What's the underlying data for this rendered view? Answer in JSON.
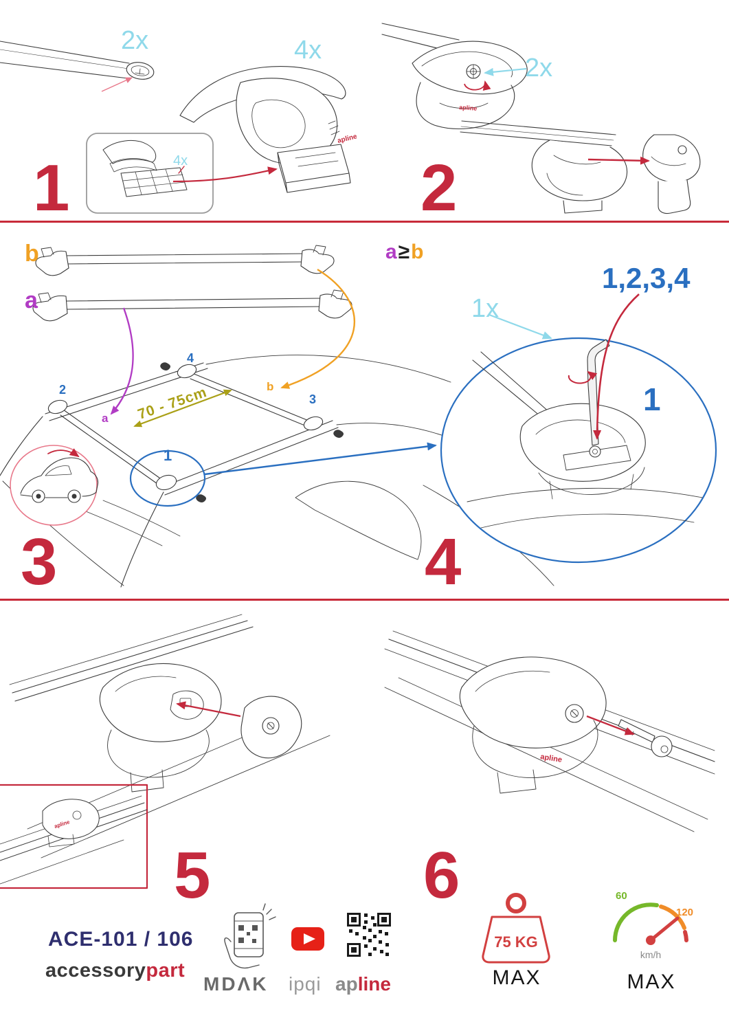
{
  "branding": {
    "logo": "apline"
  },
  "steps": {
    "s1": {
      "num": "1",
      "bar_qty": "2x",
      "foot_qty": "4x",
      "pad_qty": "4x"
    },
    "s2": {
      "num": "2",
      "screw_qty": "2x"
    },
    "s3": {
      "num": "3",
      "bar_b_label": "b",
      "bar_a_label": "a",
      "rule_a": "a",
      "rule_op": "≥",
      "rule_b": "b",
      "distance": "70 - 75cm",
      "pos_1": "1",
      "pos_2": "2",
      "pos_3": "3",
      "pos_4": "4",
      "roof_a": "a",
      "roof_b": "b"
    },
    "s4": {
      "num": "4",
      "tool_qty": "1x",
      "tighten_sequence": "1,2,3,4",
      "step_marker": "1"
    },
    "s5": {
      "num": "5"
    },
    "s6": {
      "num": "6"
    }
  },
  "footer": {
    "model": "ACE-101 / 106",
    "brand_name": "accessory",
    "brand_suffix": "part",
    "partner_mdak": "MDΛK",
    "partner_ipqi": "ipqi",
    "logo_prefix": "ap",
    "logo_suffix": "line",
    "max_load": "75 KG",
    "max_load_label": "MAX",
    "speed_tick_low": "60",
    "speed_tick_high": "120",
    "speed_unit": "km/h",
    "max_speed_label": "MAX"
  },
  "colors": {
    "step_red": "#c4293d",
    "qty_cyan": "#8fd9ea",
    "seq_blue": "#2a6fc0",
    "bar_a_purple": "#b13cc4",
    "bar_b_orange": "#f0a124",
    "distance_olive": "#aaa017",
    "model_navy": "#2e2e6e",
    "gauge_green": "#76b82a",
    "gauge_orange": "#f08c28"
  }
}
